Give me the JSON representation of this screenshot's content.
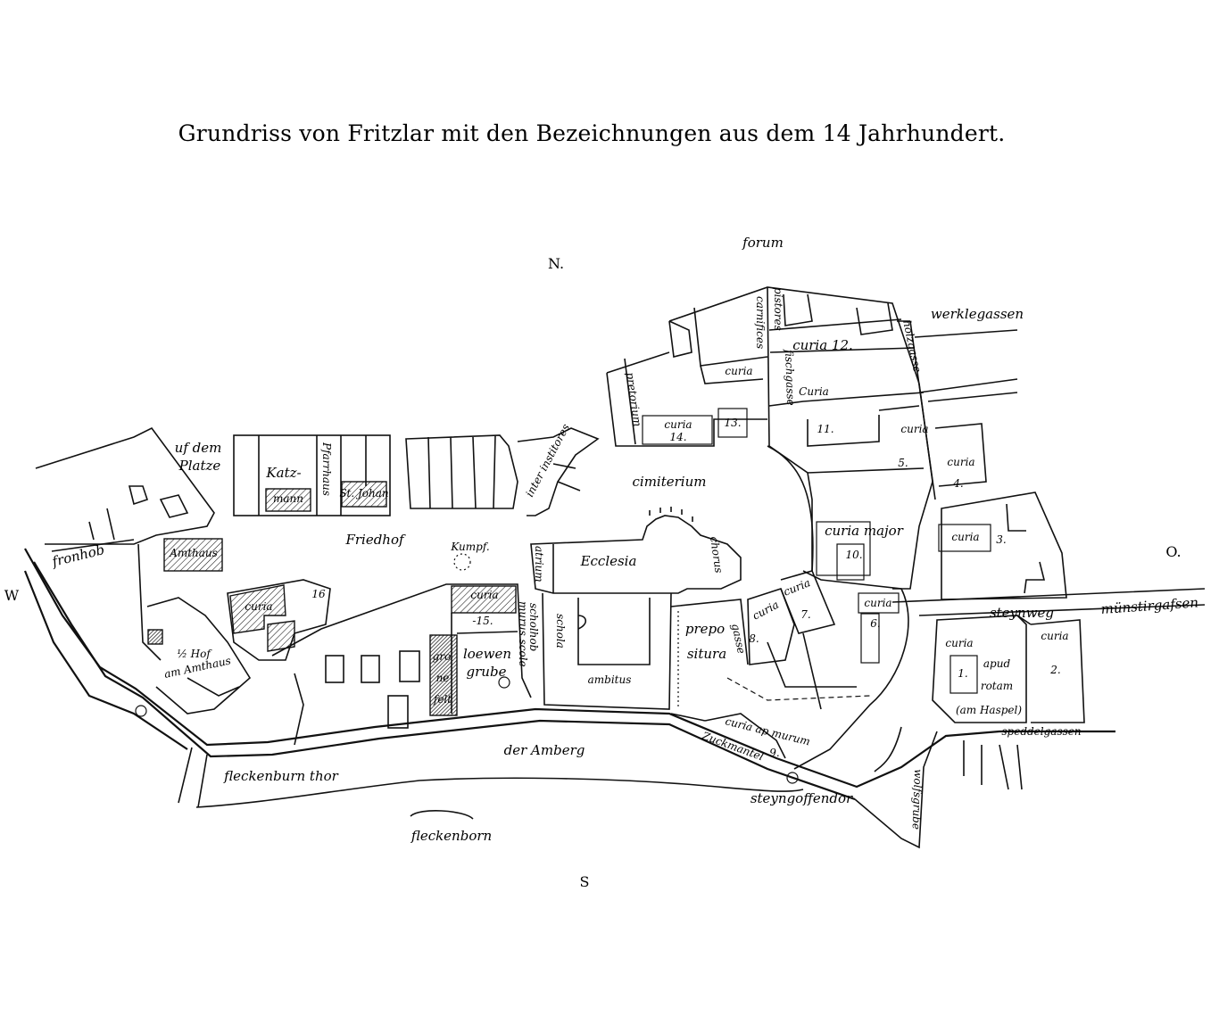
{
  "title": "Grundriss von Fritzlar mit den Bezeichnungen aus dem 14 Jahrhundert.",
  "compass": {
    "north": "N.",
    "south": "S",
    "east": "O.",
    "west": "W"
  },
  "labels": {
    "forum": "forum",
    "werklegassen": "werklegassen",
    "holzgasse": "holzgasse",
    "pistores": "pistores",
    "carnifices": "carnifices",
    "fischgasse": "fischgasse",
    "curia_12": "curia 12.",
    "curia_a": "curia",
    "curia_b": "Curia",
    "pretorium": "pretorium",
    "curia_14": "curia",
    "num_14": "14.",
    "num_13": "13.",
    "num_11": "11.",
    "curia_c": "curia",
    "num_5": "5.",
    "curia_4": "curia",
    "num_4": "4.",
    "inter_institores": "inter institores",
    "uf_dem": "uf dem",
    "platze": "Platze",
    "katz": "Katz-",
    "mann": "mann",
    "pfarrhaus": "Pfarrhaus",
    "st_johan": "St. Johan",
    "cimiterium": "cimiterium",
    "friedhof": "Friedhof",
    "kumpf": "Kumpf.",
    "curia_major": "curia major",
    "num_10": "10.",
    "curia_3": "curia",
    "num_3": "3.",
    "fronhob": "fronhob",
    "amthaus": "Amthaus",
    "atrium": "atrium",
    "ecclesia": "Ecclesia",
    "chorus": "chorus",
    "curia_16": "curia",
    "num_16": "16",
    "curia_15": "curia",
    "num_15": "-15.",
    "scholhob": "scholhob",
    "murus_scole": "murus scole",
    "schola": "schola",
    "curia_8": "curia",
    "num_8": "8.",
    "curia_7": "curia",
    "num_7": "7.",
    "curia_6": "curia",
    "num_6": "6.",
    "steynweg": "steynweg",
    "munstirgassen": "münstirgafsen",
    "hof_1": "½ Hof",
    "hof_2": "am Amthaus",
    "gro": "gro",
    "ne": "ne",
    "felt": "felt",
    "loewen": "loewen",
    "grube": "grube",
    "ambitus": "ambitus",
    "prepo": "prepo",
    "situra": "situra",
    "gasse": "gasse",
    "curia_1": "curia",
    "num_1": "1.",
    "apud": "apud",
    "rotam": "rotam",
    "am_haspel": "(am Haspel)",
    "curia_2": "curia",
    "num_2": "2.",
    "speddelgassen": "speddelgassen",
    "der_amberg": "der Amberg",
    "curia_ap_murum": "curia ap murum",
    "num_9": "9.",
    "zuckmantel": "Zuckmantel",
    "fleckenburn_thor": "fleckenburn thor",
    "steyngoffendor": "steyngoffendor",
    "wolfsgrube": "wolfsgrube",
    "fleckenborn": "fleckenborn"
  }
}
